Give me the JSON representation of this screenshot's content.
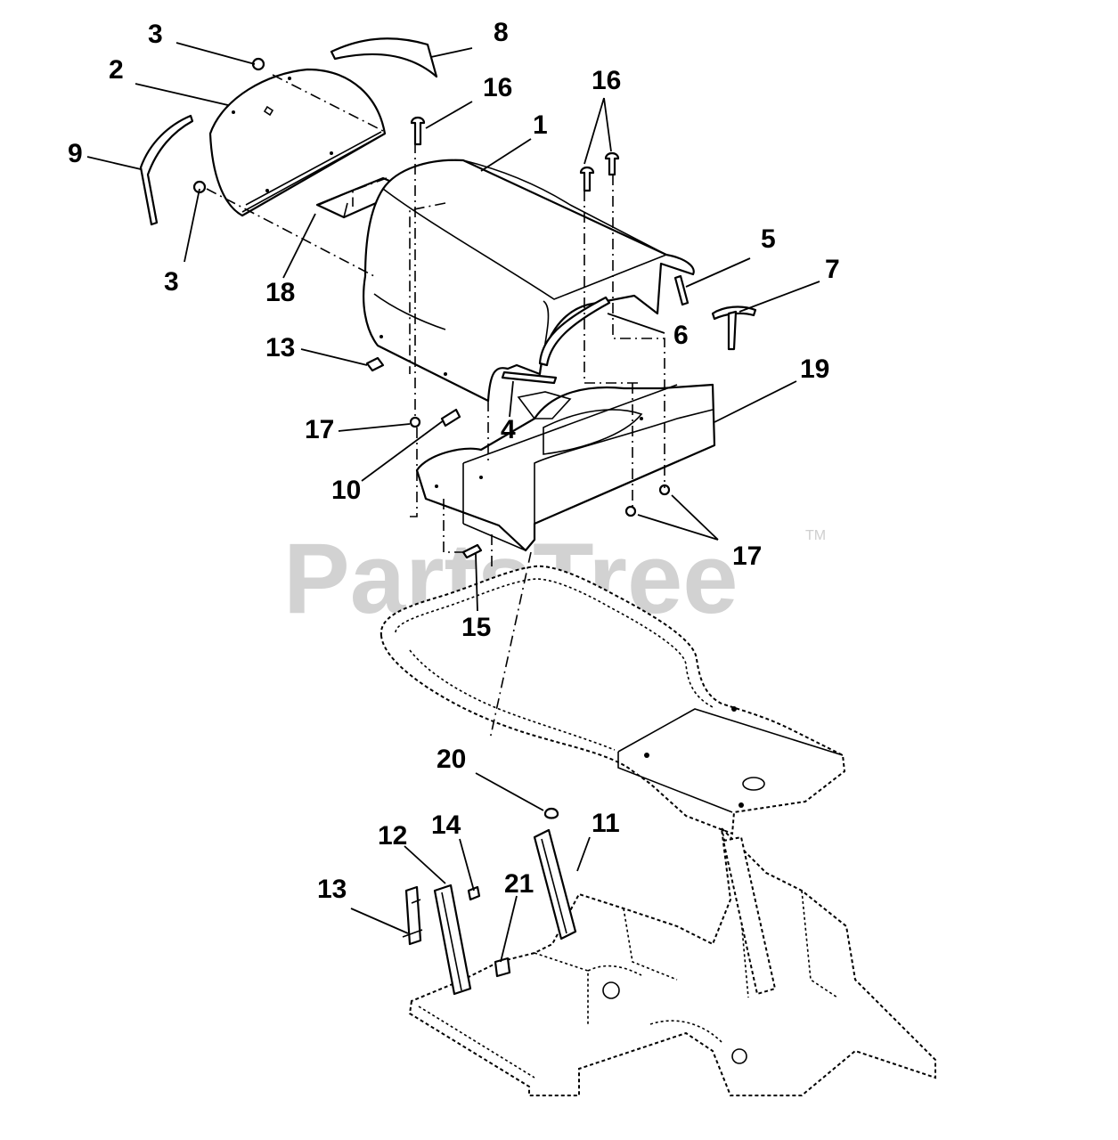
{
  "watermark": {
    "text": "PartsTree",
    "trademark": "TM"
  },
  "callouts": {
    "c1": "1",
    "c2": "2",
    "c3a": "3",
    "c3b": "3",
    "c4": "4",
    "c5": "5",
    "c6": "6",
    "c7": "7",
    "c8": "8",
    "c9": "9",
    "c10": "10",
    "c11": "11",
    "c12": "12",
    "c13a": "13",
    "c13b": "13",
    "c14": "14",
    "c15": "15",
    "c16a": "16",
    "c16b": "16",
    "c17a": "17",
    "c17b": "17",
    "c18": "18",
    "c19": "19",
    "c20": "20",
    "c21": "21"
  }
}
